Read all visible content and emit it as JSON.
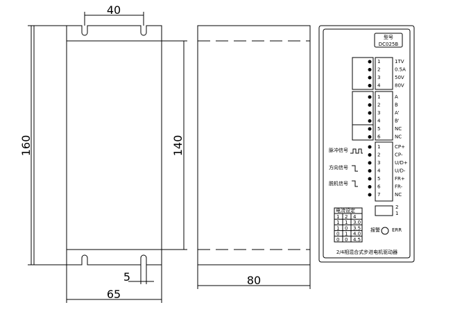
{
  "dimensions": {
    "top_width": "40",
    "height_outer": "160",
    "height_inner": "140",
    "slot": "5",
    "base_width": "65",
    "depth": "80"
  },
  "panel": {
    "model_label": "型号",
    "model": "DC025B",
    "power_pins": [
      "1",
      "2",
      "3",
      "4"
    ],
    "power_labels": [
      "1TV",
      "0.5A",
      "50V",
      "80V"
    ],
    "motor_pins": [
      "1",
      "2",
      "3",
      "4",
      "5",
      "6"
    ],
    "motor_labels": [
      "A",
      "B",
      "A'",
      "B'",
      "NC",
      "NC"
    ],
    "signal_pins": [
      "1",
      "2",
      "3",
      "4",
      "5",
      "6",
      "7"
    ],
    "signal_labels": [
      "CP+",
      "CP-",
      "U/D+",
      "U/D-",
      "FR+",
      "FR-",
      "NC"
    ],
    "signals": [
      "脉冲信号",
      "方向信号",
      "脱机信号"
    ],
    "switch_pins": [
      "2",
      "1"
    ],
    "table_title": "电流设定",
    "table": [
      [
        "1",
        "2",
        "4"
      ],
      [
        "1",
        "1",
        "3.0"
      ],
      [
        "1",
        "0",
        "3.5"
      ],
      [
        "0",
        "1",
        "4.0"
      ],
      [
        "0",
        "0",
        "4.5"
      ]
    ],
    "alarm": "报警",
    "err": "ERR",
    "footer": "2/4相混合式步进电机驱动器"
  }
}
